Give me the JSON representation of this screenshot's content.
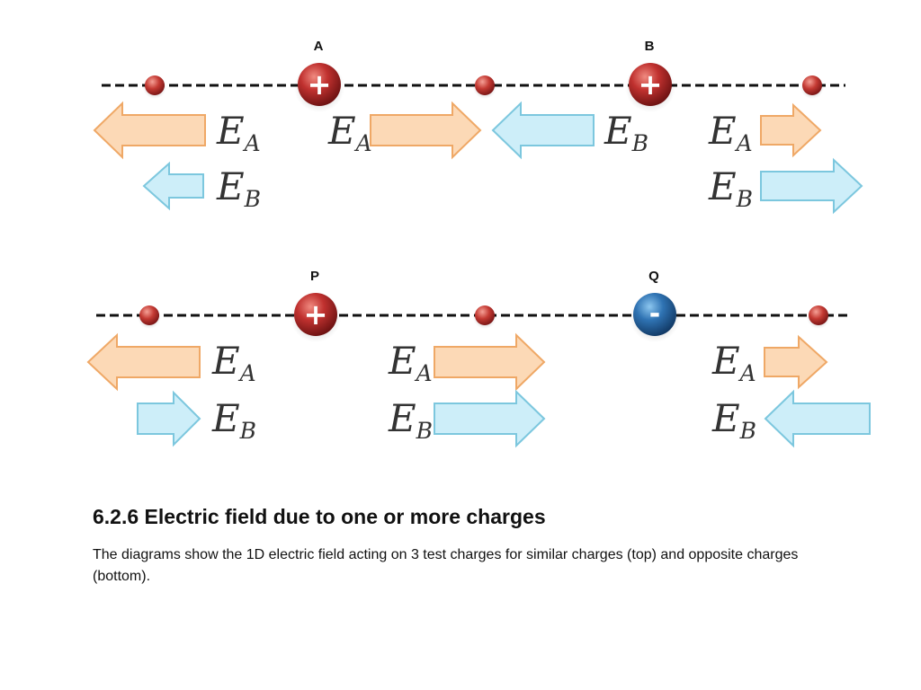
{
  "diagram": {
    "top": {
      "source_charges": [
        {
          "label": "A",
          "sign": "+"
        },
        {
          "label": "B",
          "sign": "+"
        }
      ],
      "field_labels": [
        {
          "main": "E",
          "sub": "A"
        },
        {
          "main": "E",
          "sub": "B"
        },
        {
          "main": "E",
          "sub": "A"
        },
        {
          "main": "E",
          "sub": "B"
        },
        {
          "main": "E",
          "sub": "A"
        },
        {
          "main": "E",
          "sub": "B"
        }
      ]
    },
    "bottom": {
      "source_charges": [
        {
          "label": "P",
          "sign": "+"
        },
        {
          "label": "Q",
          "sign": "-"
        }
      ],
      "field_labels": [
        {
          "main": "E",
          "sub": "A"
        },
        {
          "main": "E",
          "sub": "B"
        },
        {
          "main": "E",
          "sub": "A"
        },
        {
          "main": "E",
          "sub": "B"
        },
        {
          "main": "E",
          "sub": "A"
        },
        {
          "main": "E",
          "sub": "B"
        }
      ]
    }
  },
  "caption": {
    "title": "6.2.6 Electric field due to one or more charges",
    "body": "The diagrams show the 1D electric field acting on 3 test charges for similar charges (top) and opposite charges (bottom)."
  },
  "colors": {
    "field_a_fill": "#fcd9b6",
    "field_a_stroke": "#efa866",
    "field_b_fill": "#cdeef9",
    "field_b_stroke": "#7cc7de",
    "positive_charge": "#b3282a",
    "negative_charge": "#2a6ea8",
    "test_charge": "#c0312f"
  }
}
